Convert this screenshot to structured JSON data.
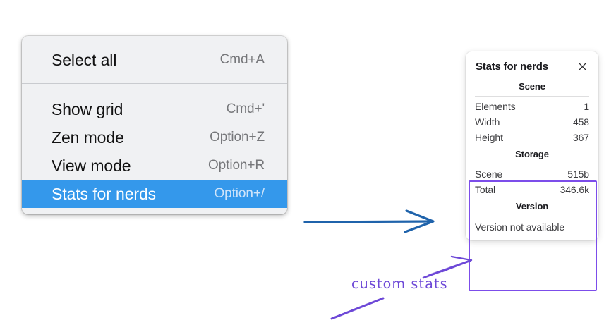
{
  "context_menu": {
    "groups": [
      {
        "items": [
          {
            "label": "Select all",
            "shortcut": "Cmd+A",
            "highlighted": false
          }
        ]
      },
      {
        "items": [
          {
            "label": "Show grid",
            "shortcut": "Cmd+'",
            "highlighted": false
          },
          {
            "label": "Zen mode",
            "shortcut": "Option+Z",
            "highlighted": false
          },
          {
            "label": "View mode",
            "shortcut": "Option+R",
            "highlighted": false
          },
          {
            "label": "Stats for nerds",
            "shortcut": "Option+/",
            "highlighted": true
          }
        ]
      }
    ],
    "highlight_color": "#3498eb",
    "background_color": "#f0f1f3"
  },
  "stats_panel": {
    "title": "Stats for nerds",
    "close_icon": "close-icon",
    "sections": [
      {
        "title": "Scene",
        "rows": [
          {
            "label": "Elements",
            "value": "1"
          },
          {
            "label": "Width",
            "value": "458"
          },
          {
            "label": "Height",
            "value": "367"
          }
        ]
      },
      {
        "title": "Storage",
        "rows": [
          {
            "label": "Scene",
            "value": "515b"
          },
          {
            "label": "Total",
            "value": "346.6k"
          }
        ]
      },
      {
        "title": "Version",
        "note": "Version not available",
        "rows": []
      }
    ]
  },
  "annotations": {
    "handwritten_label": "custom stats",
    "handwriting_color": "#6d48d7",
    "highlight_box_color": "#7c4dea",
    "pointer_arrow_color": "#1f63ab"
  }
}
